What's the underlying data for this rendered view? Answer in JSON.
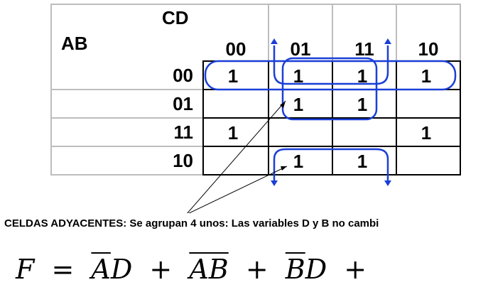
{
  "kmap": {
    "row_var": "AB",
    "col_var": "CD",
    "col_labels": [
      "00",
      "01",
      "11",
      "10"
    ],
    "row_labels": [
      "00",
      "01",
      "11",
      "10"
    ],
    "cells": [
      [
        "1",
        "1",
        "1",
        "1"
      ],
      [
        "",
        "1",
        "1",
        ""
      ],
      [
        "1",
        "",
        "",
        "1"
      ],
      [
        "",
        "1",
        "1",
        ""
      ]
    ],
    "group_color": "#1a3fd6"
  },
  "caption": "CELDAS ADYACENTES: Se agrupan 4 unos: Las variables D y B no cambi",
  "formula": {
    "lhs": "F",
    "eq": "=",
    "term1_bar": "A",
    "term1_rest": "D",
    "plus1": "+",
    "term2_bar": "AB",
    "plus2": "+",
    "term3_bar": "B",
    "term3_rest": "D",
    "plus3": "+"
  }
}
